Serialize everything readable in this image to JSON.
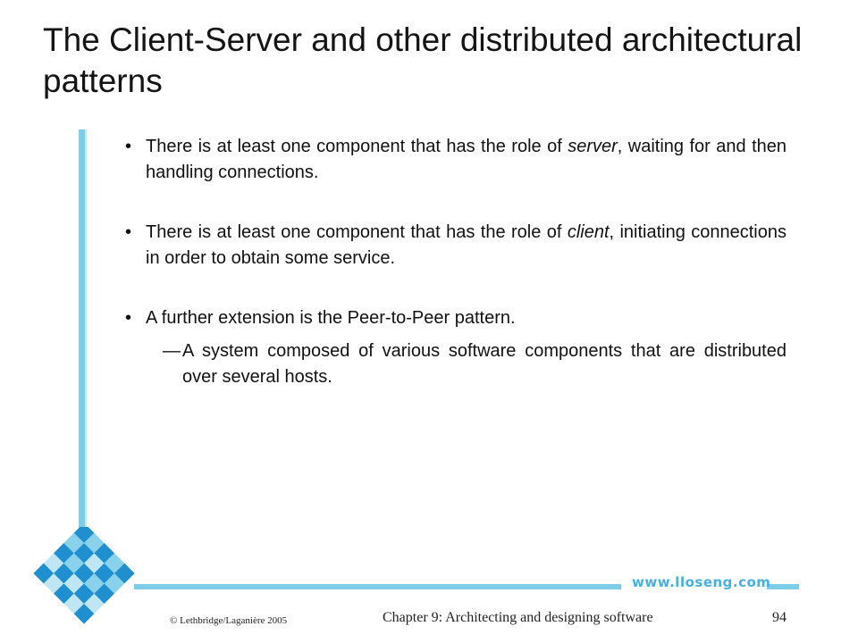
{
  "slide": {
    "title": "The Client-Server and other distributed architectural patterns",
    "bullets": [
      {
        "before": "There is at least one component that has the role of ",
        "emphasis": "server",
        "after": ", waiting for and then handling connections."
      },
      {
        "before": "There is at least one component that has the role of ",
        "emphasis": "client",
        "after": ", initiating connections in order to obtain some service."
      },
      {
        "text": "A further extension is the Peer-to-Peer pattern.",
        "sub": "A system composed of various software components that are distributed over several hosts."
      }
    ],
    "bullet_symbol": "•",
    "dash_symbol": "—"
  },
  "footer": {
    "url": "www.lloseng.com",
    "copyright": "© Lethbridge/Laganière 2005",
    "chapter": "Chapter 9: Architecting and designing software",
    "page": "94"
  },
  "colors": {
    "accent": "#7dcde9",
    "url_blue": "#46b0de",
    "logo_dark": "#1f8fcf",
    "logo_light": "#bfe6f5"
  },
  "icons": {
    "logo": "checkered-diamond-logo"
  }
}
